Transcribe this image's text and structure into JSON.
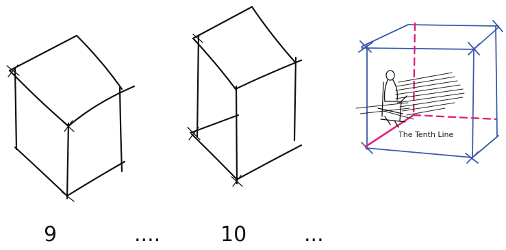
{
  "captions": {
    "nine": "9",
    "dots_after_nine": "....",
    "ten": "10",
    "dots_after_ten": "..."
  },
  "tenth_line_label": "The Tenth Line",
  "colors": {
    "ink": "#111111",
    "blue_frame": "#3a5aa8",
    "magenta_axis": "#e0207a"
  }
}
